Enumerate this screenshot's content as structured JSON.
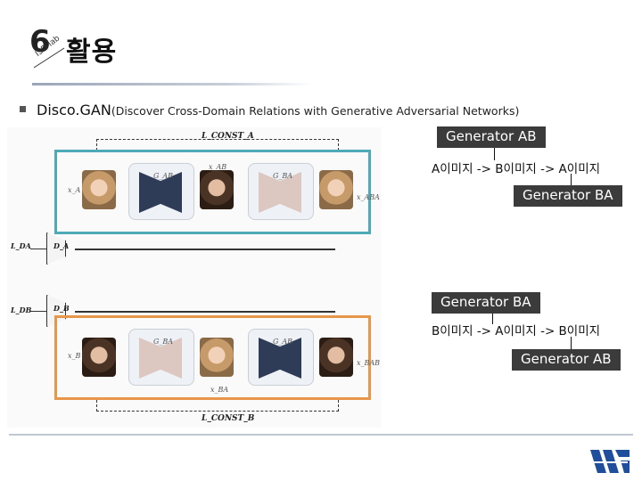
{
  "header": {
    "slide_number": "6",
    "lab_mark": "ISD lab",
    "title": "활용"
  },
  "bullet": {
    "main": "Disco.GAN",
    "sub": "(Discover Cross-Domain Relations with Generative Adversarial Networks)"
  },
  "diagram": {
    "label_l_const_a": "L_CONST_A",
    "label_l_const_b": "L_CONST_B",
    "label_l_da": "L_DA",
    "label_l_db": "L_DB",
    "label_da": "D_A",
    "label_db": "D_B",
    "top_row": {
      "x_a": "x_A",
      "g_ab": "G_AB",
      "x_ab": "x_AB",
      "g_ba": "G_BA",
      "x_aba": "x_ABA"
    },
    "bottom_row": {
      "x_b": "x_B",
      "g_ba": "G_BA",
      "x_ba": "x_BA",
      "g_ab": "G_AB",
      "x_bab": "x_BAB"
    }
  },
  "annotations": {
    "top_generator_first": "Generator AB",
    "top_sequence": "A이미지 -> B이미지 -> A이미지",
    "top_generator_second": "Generator BA",
    "bottom_generator_first": "Generator BA",
    "bottom_sequence": "B이미지 -> A이미지 -> B이미지",
    "bottom_generator_second": "Generator AB"
  },
  "colors": {
    "box_a_border": "#4faab8",
    "box_b_border": "#e8964a",
    "label_background": "#3b3b3b",
    "logo_blue": "#1f4e9c"
  },
  "logo": {
    "icon": "university-logo-icon"
  }
}
